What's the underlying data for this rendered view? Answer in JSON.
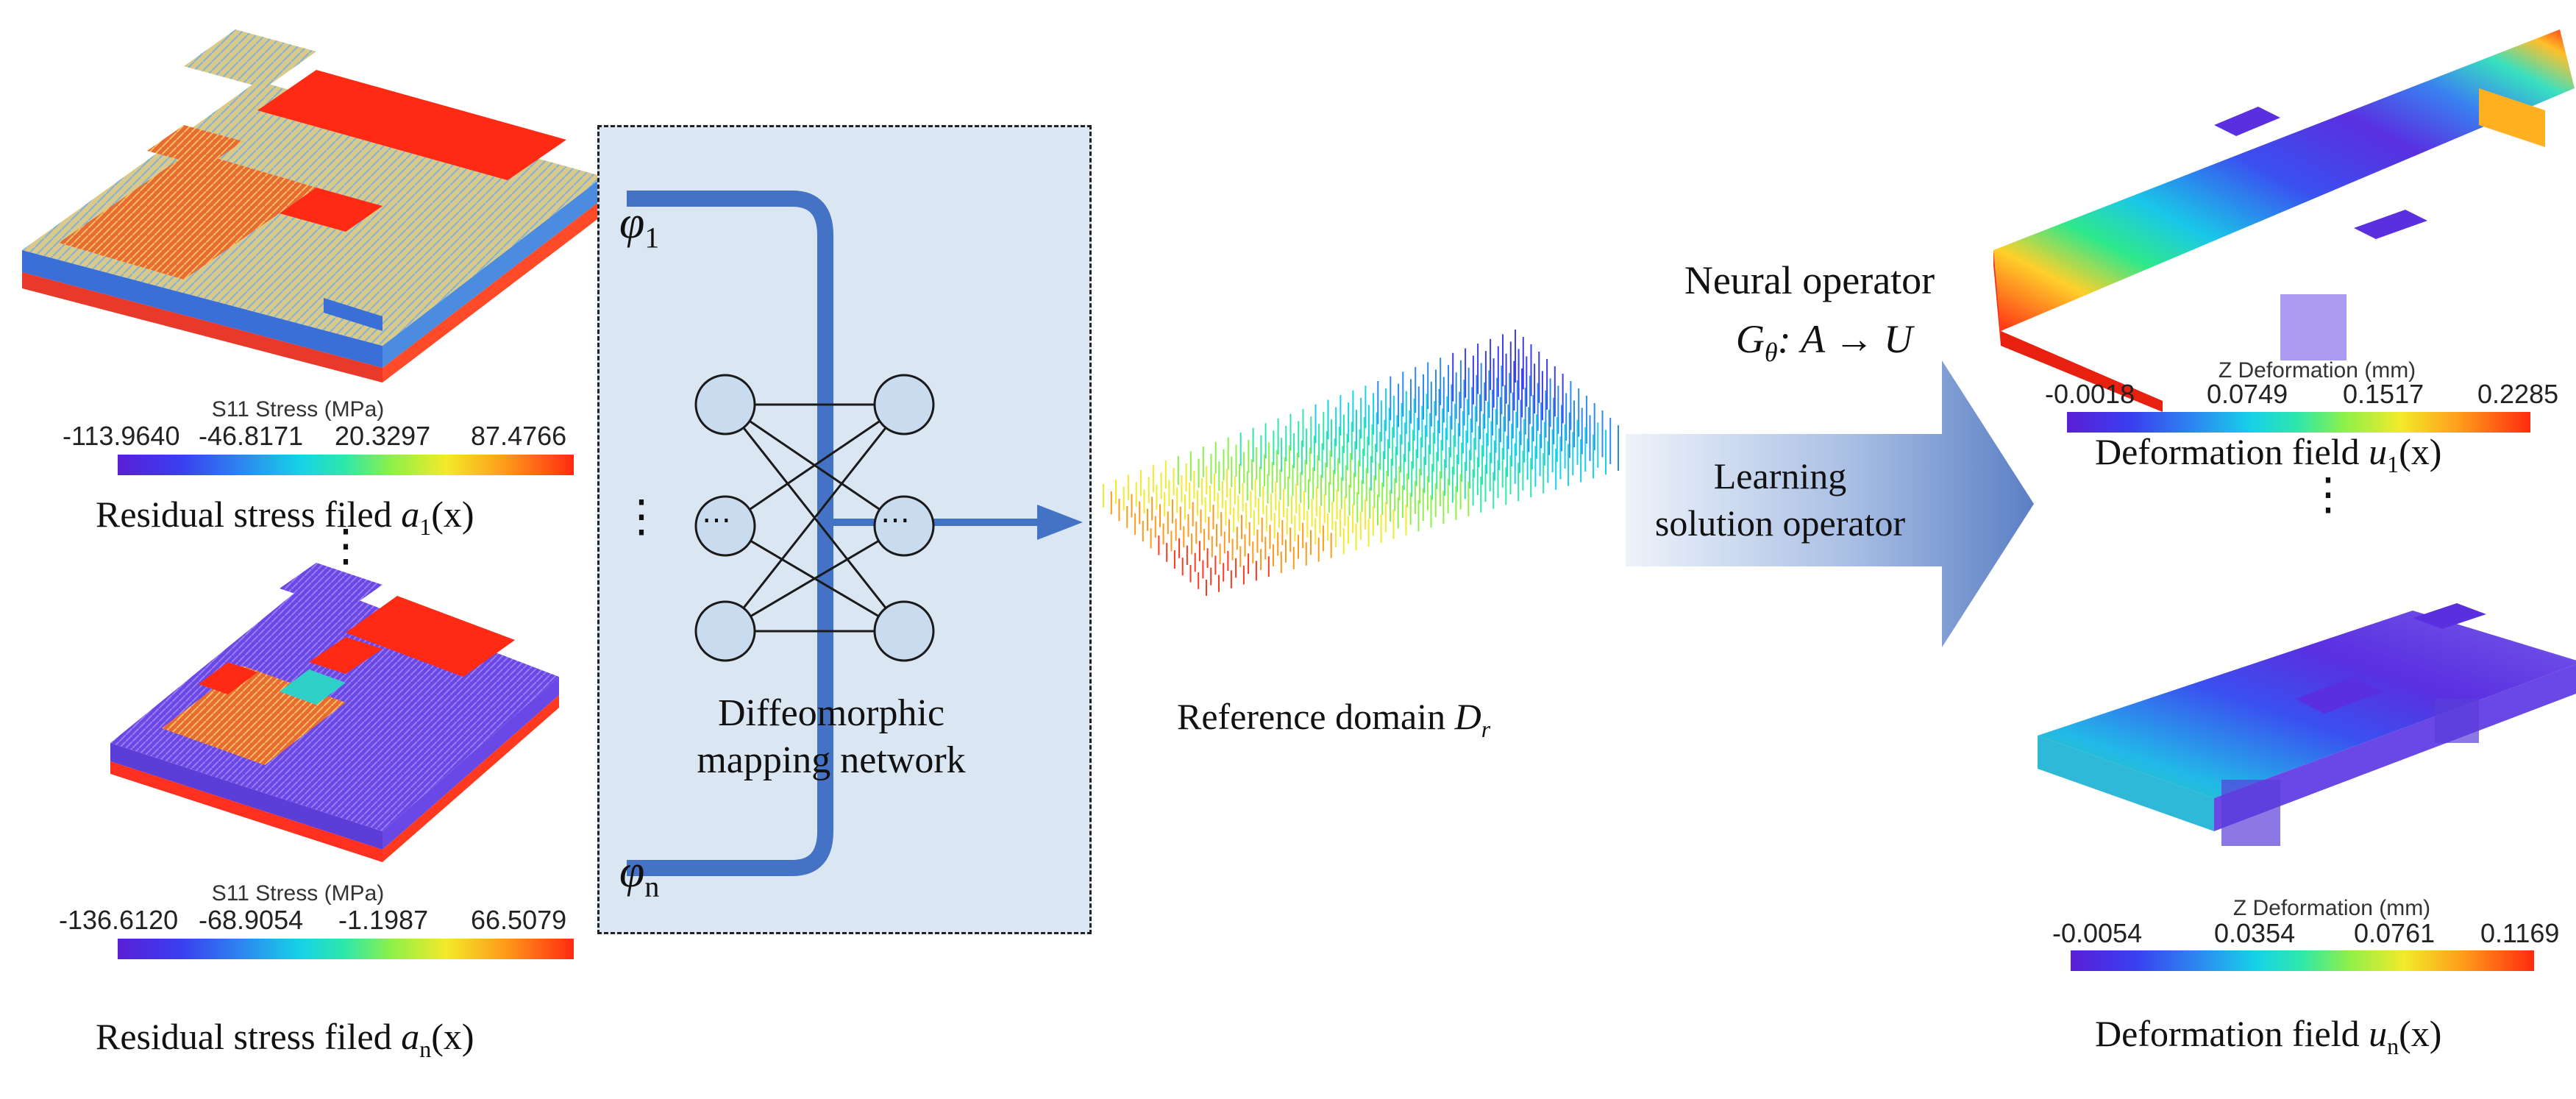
{
  "left": {
    "top": {
      "colorbar_title": "S11 Stress (MPa)",
      "ticks": [
        "-113.9640",
        "-46.8171",
        "20.3297",
        "87.4766"
      ],
      "caption_prefix": "Residual stress filed ",
      "caption_var": "a",
      "caption_sub": "1",
      "caption_suffix": "(x)"
    },
    "dots": "⋮",
    "bottom": {
      "colorbar_title": "S11 Stress (MPa)",
      "ticks": [
        "-136.6120",
        "-68.9054",
        "-1.1987",
        "66.5079"
      ],
      "caption_prefix": "Residual stress filed ",
      "caption_var": "a",
      "caption_sub": "n",
      "caption_suffix": "(x)"
    }
  },
  "mapping": {
    "phi_top_base": "φ",
    "phi_top_sub": "1",
    "phi_bottom_base": "φ",
    "phi_bottom_sub": "n",
    "side_dots": "⋮",
    "node_dots": "⋯",
    "label_line1": "Diffeomorphic",
    "label_line2": "mapping network"
  },
  "reference": {
    "caption_prefix": "Reference domain ",
    "caption_var": "D",
    "caption_sub": "r"
  },
  "operator": {
    "title": "Neural operator",
    "formula_G": "G",
    "formula_sub": "θ",
    "formula_rest": ": A → U",
    "arrow_line1": "Learning",
    "arrow_line2": "solution operator"
  },
  "right": {
    "top": {
      "colorbar_title": "Z Deformation (mm)",
      "ticks": [
        "-0.0018",
        "0.0749",
        "0.1517",
        "0.2285"
      ],
      "caption_prefix": "Deformation field ",
      "caption_var": "u",
      "caption_sub": "1",
      "caption_suffix": "(x)"
    },
    "dots": "⋮",
    "bottom": {
      "colorbar_title": "Z Deformation (mm)",
      "ticks": [
        "-0.0054",
        "0.0354",
        "0.0761",
        "0.1169"
      ],
      "caption_prefix": "Deformation field ",
      "caption_var": "u",
      "caption_sub": "n",
      "caption_suffix": "(x)"
    }
  },
  "colors": {
    "panel_fill": "#dbe6f3",
    "network_blue": "#4472c4",
    "node_fill": "#c9dcef",
    "arrow_start": "#e6eef8",
    "arrow_end": "#5b7fc4"
  }
}
